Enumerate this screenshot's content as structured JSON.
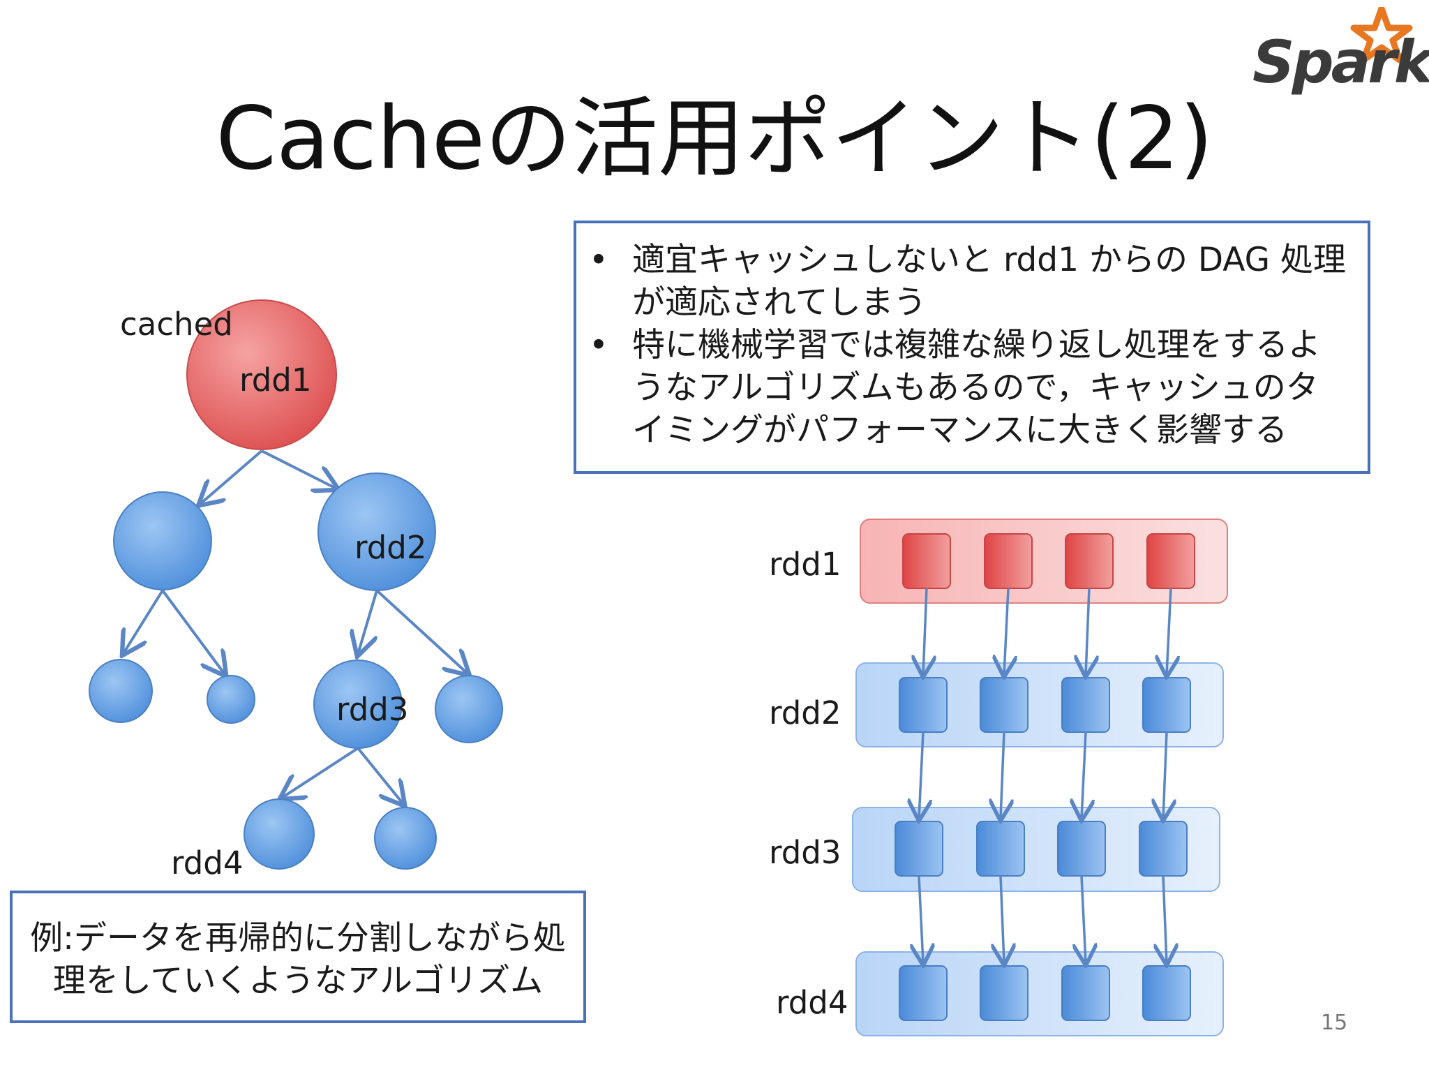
{
  "slide": {
    "title": "Cacheの活用ポイント(2)",
    "page_number": "15",
    "logo_text": "Spark"
  },
  "bullets": [
    "適宜キャッシュしないと rdd1 からの DAG 処理が適応されてしまう",
    "特に機械学習では複雑な繰り返し処理をするようなアルゴリズムもあるので，キャッシュのタイミングがパフォーマンスに大きく影響する"
  ],
  "tree": {
    "cached_label": "cached",
    "rdd1_label": "rdd1",
    "rdd2_label": "rdd2",
    "rdd3_label": "rdd3",
    "rdd4_label": "rdd4"
  },
  "example_note": {
    "line1": "例:データを再帰的に分割しながら処",
    "line2": "理をしていくようなアルゴリズム"
  },
  "partitions": {
    "rows": [
      "rdd1",
      "rdd2",
      "rdd3",
      "rdd4"
    ],
    "partitions_per_row": 4
  },
  "colors": {
    "red_node": "#e25b5b",
    "blue_node": "#5a98e0",
    "border": "#4a72b8",
    "arrow": "#5a86c5"
  }
}
